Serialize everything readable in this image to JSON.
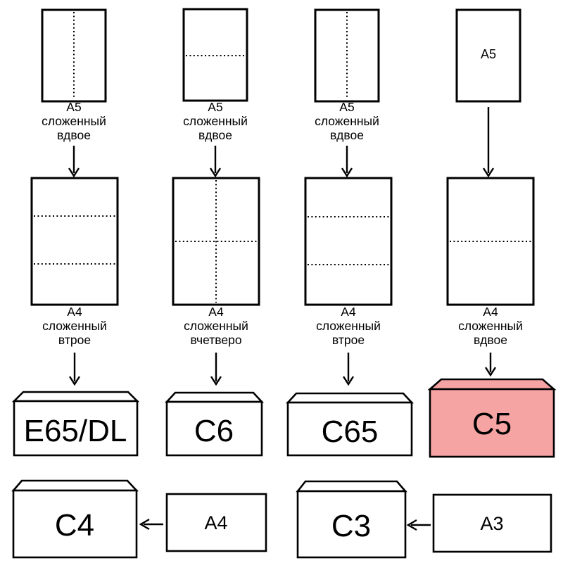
{
  "colors": {
    "highlight": "#F5A3A3",
    "stroke": "#000000",
    "paper": "#FFFFFF"
  },
  "columns": [
    {
      "a5_caption": [
        "А5",
        "сложенный",
        "вдвое"
      ],
      "a4_caption": [
        "А4",
        "сложенный",
        "втрое"
      ],
      "envelope_label": "E65/DL"
    },
    {
      "a5_caption": [
        "А5",
        "сложенный",
        "вдвое"
      ],
      "a4_caption": [
        "А4",
        "сложенный",
        "вчетверо"
      ],
      "envelope_label": "C6"
    },
    {
      "a5_caption": [
        "А5",
        "сложенный",
        "вдвое"
      ],
      "a4_caption": [
        "А4",
        "сложенный",
        "втрое"
      ],
      "envelope_label": "C65"
    },
    {
      "a5_sheet_text": "А5",
      "a4_caption": [
        "А4",
        "сложенный",
        "вдвое"
      ],
      "envelope_label": "C5",
      "highlighted": true
    }
  ],
  "bottom_row": [
    {
      "envelope_label": "C4",
      "paper_label": "А4"
    },
    {
      "envelope_label": "C3",
      "paper_label": "А3"
    }
  ]
}
